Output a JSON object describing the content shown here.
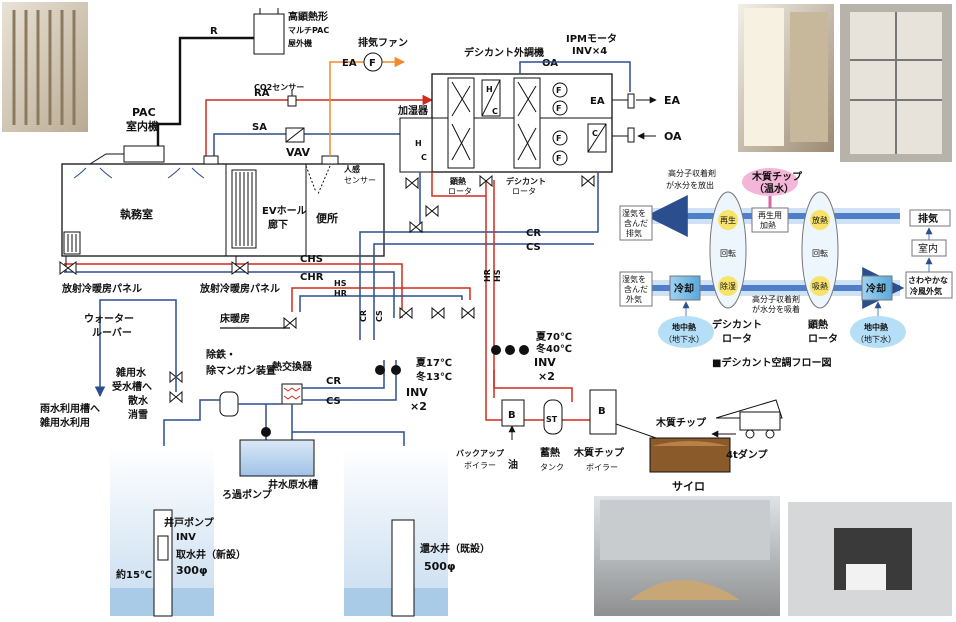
{
  "labels": {
    "pac_outdoor_1": "高顕熱形",
    "pac_outdoor_2": "マルチPAC",
    "pac_outdoor_3": "屋外機",
    "r_line": "R",
    "exhaust_fan": "排気ファン",
    "ea_top": "EA",
    "f_sym": "F",
    "desiccant_unit": "デシカント外調機",
    "oa_top": "OA",
    "ipm_motor": "IPMモータ",
    "inv_x4": "INV×4",
    "co2_sensor": "CO2センサー",
    "ra": "RA",
    "sa": "SA",
    "vav": "VAV",
    "pac_indoor_1": "PAC",
    "pac_indoor_2": "室内機",
    "humidifier": "加湿器",
    "ea_right": "EA",
    "oa_right": "OA",
    "h_sym": "H",
    "c_sym": "C",
    "sensible_rotor_1": "顕熱",
    "sensible_rotor_2": "ロータ",
    "desiccant_rotor_1": "デシカント",
    "desiccant_rotor_2": "ロータ",
    "motion_sensor_1": "人感",
    "motion_sensor_2": "センサー",
    "office": "執務室",
    "ev_hall_1": "EVホール",
    "ev_hall_2": "廊下",
    "toilet": "便所",
    "cr": "CR",
    "cs": "CS",
    "chs": "CHS",
    "chr": "CHR",
    "hs": "HS",
    "hr": "HR",
    "radiant_panel_left": "放射冷暖房パネル",
    "radiant_panel_right": "放射冷暖房パネル",
    "water_louver_1": "ウォーター",
    "water_louver_2": "ルーバー",
    "floor_heating": "床暖房",
    "iron_removal_1": "除鉄・",
    "iron_removal_2": "除マンガン装置",
    "heat_exchanger": "熱交換器",
    "gray_water_1": "雑用水",
    "gray_water_2": "受水槽へ",
    "sprinkle_1": "散水",
    "sprinkle_2": "消雪",
    "rain_tank_1": "雨水利用槽へ",
    "rain_tank_2": "雑用水利用",
    "summer17": "夏17℃",
    "winter13": "冬13℃",
    "inv_x2_a": "INV",
    "inv_x2_b": "×2",
    "summer70": "夏70℃",
    "winter40": "冬40℃",
    "inv_x2_c": "INV",
    "inv_x2_d": "×2",
    "filter_pump": "ろ過ポンプ",
    "well_tank": "井水原水槽",
    "b_sym": "B",
    "st_sym": "ST",
    "backup_boiler_1": "バックアップ",
    "backup_boiler_2": "ボイラー",
    "oil": "油",
    "storage_tank_1": "蓄熱",
    "storage_tank_2": "タンク",
    "wood_boiler_1": "木質チップ",
    "wood_boiler_2": "ボイラー",
    "wood_chip_label": "木質チップ",
    "dump_truck": "4tダンプ",
    "silo": "サイロ",
    "well_pump_1": "井戸ポンプ",
    "well_pump_2": "INV",
    "intake_well_1": "取水井（新設）",
    "intake_well_2": "300φ",
    "temp15": "約15℃",
    "return_well_1": "還水井（既設）",
    "return_well_2": "500φ"
  },
  "flow": {
    "caption": "■デシカント空調フロー図",
    "wood_chip_1": "木質チップ",
    "wood_chip_2": "（温水）",
    "release_1": "高分子収着剤",
    "release_2": "が水分を放出",
    "humid_out_1": "湿気を",
    "humid_out_2": "含んだ",
    "humid_out_3": "排気",
    "regen_1": "再生用",
    "regen_2": "加熱",
    "exhaust": "排気",
    "room": "室内",
    "humid_in_1": "湿気を",
    "humid_in_2": "含んだ",
    "humid_in_3": "外気",
    "cool_1": "冷却",
    "cool_2": "冷却",
    "absorb_1": "高分子収着剤",
    "absorb_2": "が水分を吸着",
    "fresh_1": "さわやかな",
    "fresh_2": "冷風外気",
    "geo_left_1": "地中熱",
    "geo_left_2": "（地下水）",
    "geo_right_1": "地中熱",
    "geo_right_2": "（地下水）",
    "desiccant_rotor_1": "デシカント",
    "desiccant_rotor_2": "ロータ",
    "sensible_rotor_1": "顕熱",
    "sensible_rotor_2": "ロータ",
    "regen_zone": "再生",
    "rotate": "回転",
    "dehumid": "除湿",
    "heat_release": "放熱",
    "heat_absorb": "吸熱"
  },
  "colors": {
    "hot": "#d42a1e",
    "cold": "#2b4f8e",
    "pipe_black": "#111111",
    "flow_blue": "#4f7fc9",
    "flow_panel": "#cfe2f5",
    "pink": "#f4b6d8"
  }
}
